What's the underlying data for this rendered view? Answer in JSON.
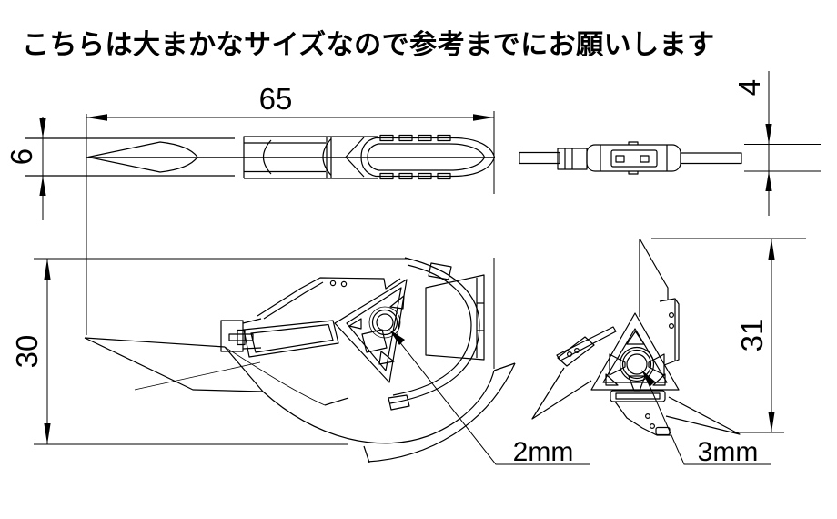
{
  "note": "こちらは大まかなサイズなので参考までにお願いします",
  "dimensions": {
    "overall_length": "65",
    "blade_width": "6",
    "thickness": "4",
    "hilt_height_side": "30",
    "hilt_height_front": "31"
  },
  "callouts": {
    "side_hole_diameter": "2mm",
    "front_hole_diameter": "3mm"
  },
  "colors": {
    "line": "#000000",
    "background": "#ffffff"
  }
}
